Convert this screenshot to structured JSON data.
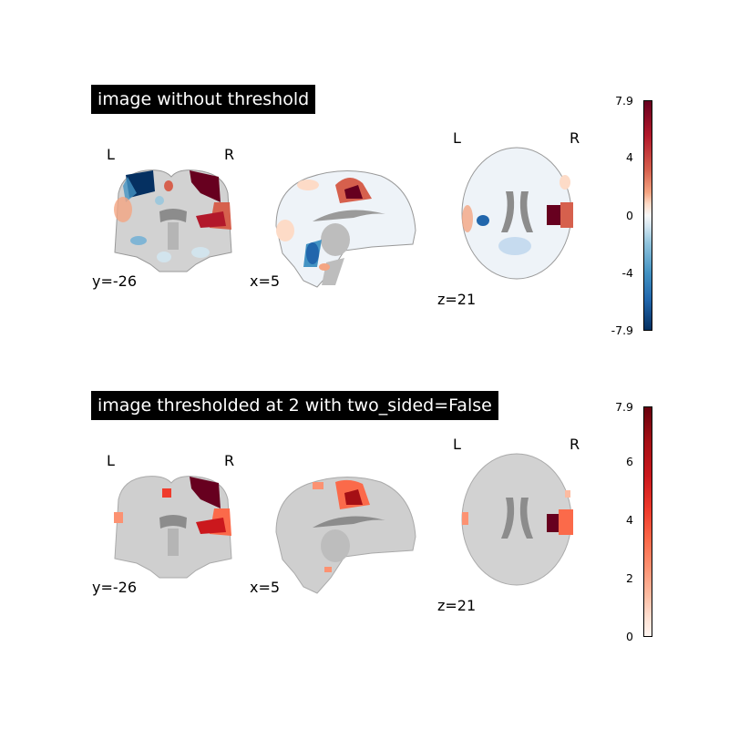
{
  "panels": [
    {
      "title": "image without threshold",
      "views": [
        {
          "name": "coronal",
          "coord_label": "y=-26",
          "left": "L",
          "right": "R"
        },
        {
          "name": "sagittal",
          "coord_label": "x=5"
        },
        {
          "name": "axial",
          "coord_label": "z=21",
          "left": "L",
          "right": "R"
        }
      ],
      "colorbar": {
        "cmap": "RdBu_r",
        "ticks": [
          "7.9",
          "4",
          "0",
          "-4",
          "-7.9"
        ],
        "vmin": -7.9,
        "vmax": 7.9,
        "colors": {
          "max": "#67001f",
          "mid": "#f7f7f7",
          "min": "#053061"
        }
      }
    },
    {
      "title": "image thresholded at 2 with two_sided=False",
      "views": [
        {
          "name": "coronal",
          "coord_label": "y=-26",
          "left": "L",
          "right": "R"
        },
        {
          "name": "sagittal",
          "coord_label": "x=5"
        },
        {
          "name": "axial",
          "coord_label": "z=21",
          "left": "L",
          "right": "R"
        }
      ],
      "colorbar": {
        "cmap": "Reds",
        "ticks": [
          "7.9",
          "6",
          "4",
          "2",
          "0"
        ],
        "vmin": 0,
        "vmax": 7.9,
        "colors": {
          "max": "#67000d",
          "min": "#fff5f0"
        }
      }
    }
  ]
}
